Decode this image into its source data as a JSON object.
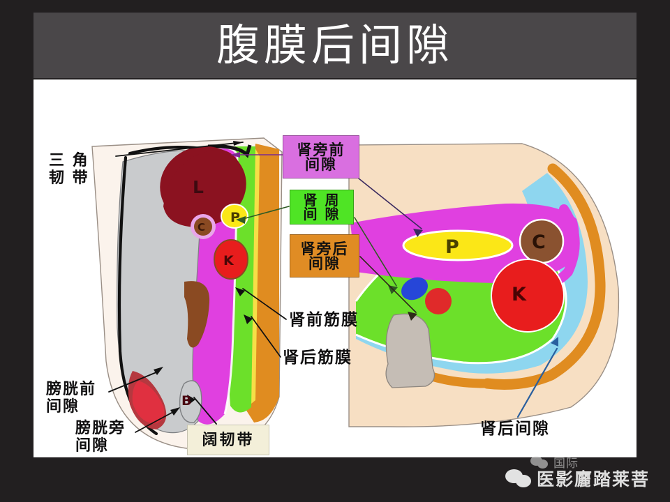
{
  "slide": {
    "title": "腹膜后间隙",
    "background_color": "#221f20",
    "banner_color": "#4a4749",
    "canvas_color": "#ffffff"
  },
  "legend_boxes": [
    {
      "id": "anterior-pararenal",
      "line1": "肾旁前",
      "line2": "间隙",
      "color": "#d96fe0",
      "meaning": "anterior pararenal space"
    },
    {
      "id": "perirenal",
      "line1": "肾 周",
      "line2": "间 隙",
      "color": "#4fe425",
      "meaning": "perirenal space"
    },
    {
      "id": "posterior-pararenal",
      "line1": "肾旁后",
      "line2": "间隙",
      "color": "#e08c24",
      "meaning": "posterior pararenal space"
    },
    {
      "id": "broad-ligament",
      "line1": "阔韧带",
      "line2": "",
      "color": "#f3efd9",
      "meaning": "broad ligament"
    }
  ],
  "text_labels": [
    {
      "id": "triangular-ligament",
      "line1": "三 角",
      "line2": "韧 带"
    },
    {
      "id": "anterior-renal-fascia",
      "line1": "肾前筋膜",
      "line2": ""
    },
    {
      "id": "posterior-renal-fascia",
      "line1": "肾后筋膜",
      "line2": ""
    },
    {
      "id": "prevesical-space",
      "line1": "膀胱前",
      "line2": "间隙"
    },
    {
      "id": "paravesical-space",
      "line1": "膀胱旁",
      "line2": "间隙"
    },
    {
      "id": "retrorenal-space",
      "line1": "肾后间隙",
      "line2": ""
    }
  ],
  "organ_markers": [
    {
      "id": "liver-sagittal",
      "letter": "L",
      "organ": "liver",
      "view": "sagittal",
      "color": "#8b1220"
    },
    {
      "id": "pancreas-sagittal",
      "letter": "P",
      "organ": "pancreas",
      "view": "sagittal",
      "color": "#fbe717"
    },
    {
      "id": "colon-sagittal",
      "letter": "C",
      "organ": "colon",
      "view": "sagittal",
      "color": "#8a4a22"
    },
    {
      "id": "kidney-sagittal",
      "letter": "K",
      "organ": "kidney",
      "view": "sagittal",
      "color": "#e81d1d"
    },
    {
      "id": "bladder-sagittal",
      "letter": "B",
      "organ": "bladder",
      "view": "sagittal",
      "color": "#e03040"
    },
    {
      "id": "pancreas-axial",
      "letter": "P",
      "organ": "pancreas",
      "view": "axial",
      "color": "#fbe717"
    },
    {
      "id": "colon-axial",
      "letter": "C",
      "organ": "colon",
      "view": "axial",
      "color": "#8a5230"
    },
    {
      "id": "kidney-axial",
      "letter": "K",
      "organ": "kidney",
      "view": "axial",
      "color": "#e81d1d"
    }
  ],
  "space_colors": {
    "anterior_pararenal": "#e040e0",
    "perirenal": "#6ce02a",
    "posterior_pararenal": "#e08c20",
    "retrorenal": "#8ed6ef",
    "peritoneal_cavity": "#c9cbcd",
    "body_outline": "#f7dfc3",
    "vertebra": "#c5bdb5",
    "aorta": "#2646d8",
    "ivc": "#e02a2a"
  },
  "watermarks": {
    "top_text": "国际",
    "bottom_text": "医影廲踏莱菩",
    "icon": "wechat-icon"
  }
}
